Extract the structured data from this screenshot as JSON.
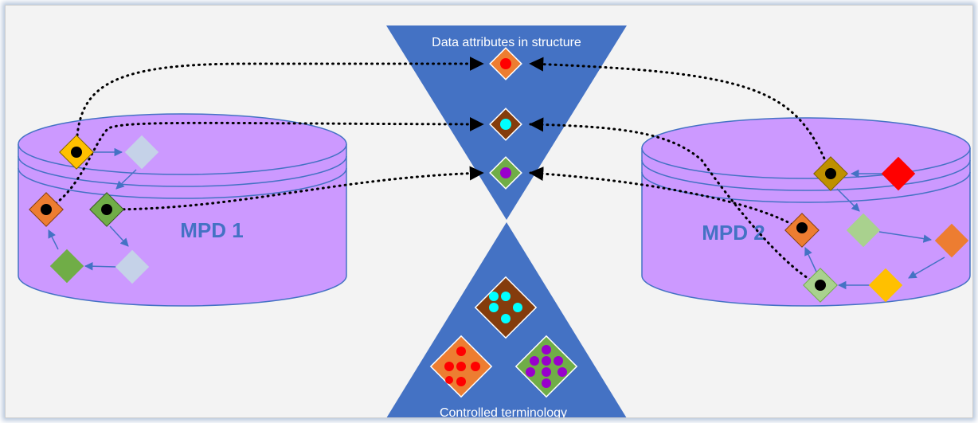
{
  "diagram": {
    "top_label": "Data attributes in structure",
    "bottom_label": "Controlled terminology",
    "left_db_label": "MPD 1",
    "right_db_label": "MPD 2"
  },
  "colors": {
    "funnel": "#4472c4",
    "cylinder_fill": "#cc99ff",
    "cylinder_stroke": "#4472c4",
    "db_label": "#4472c4",
    "orange": "#ed7d31",
    "brown": "#843c0c",
    "green": "#70ad47",
    "light_green": "#a9d18e",
    "light_blue": "#c5d2e8",
    "gold": "#ffc000",
    "olive": "#bf9000",
    "red": "#ff0000",
    "purple": "#9900cc",
    "cyan": "#00ffff",
    "black": "#000000"
  }
}
